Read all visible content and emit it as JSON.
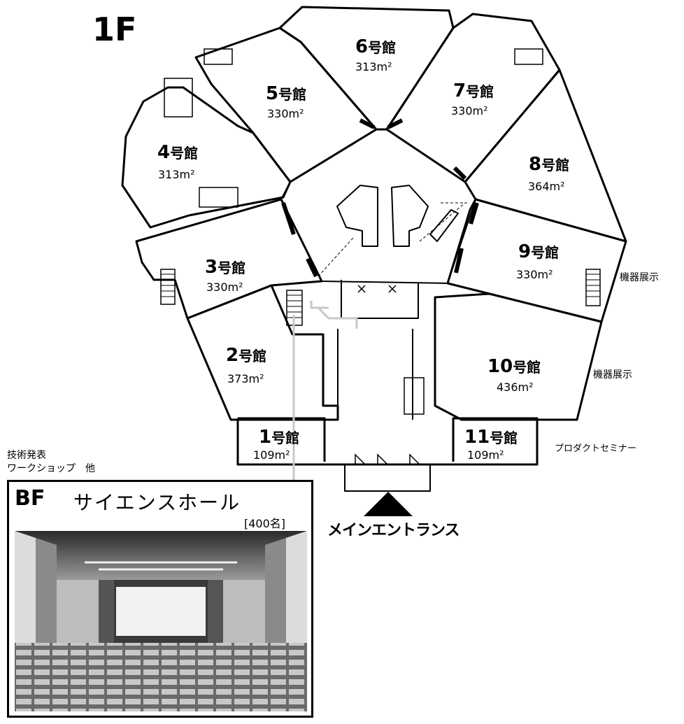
{
  "floor_label": "1F",
  "halls": [
    {
      "id": "1",
      "num": "1",
      "kan": "号館",
      "area": "109m²"
    },
    {
      "id": "2",
      "num": "2",
      "kan": "号館",
      "area": "373m²"
    },
    {
      "id": "3",
      "num": "3",
      "kan": "号館",
      "area": "330m²"
    },
    {
      "id": "4",
      "num": "4",
      "kan": "号館",
      "area": "313m²"
    },
    {
      "id": "5",
      "num": "5",
      "kan": "号館",
      "area": "330m²"
    },
    {
      "id": "6",
      "num": "6",
      "kan": "号館",
      "area": "313m²"
    },
    {
      "id": "7",
      "num": "7",
      "kan": "号館",
      "area": "330m²"
    },
    {
      "id": "8",
      "num": "8",
      "kan": "号館",
      "area": "364m²"
    },
    {
      "id": "9",
      "num": "9",
      "kan": "号館",
      "area": "330m²"
    },
    {
      "id": "10",
      "num": "10",
      "kan": "号館",
      "area": "436m²"
    },
    {
      "id": "11",
      "num": "11",
      "kan": "号館",
      "area": "109m²"
    }
  ],
  "labels": {
    "equipment_1": "機器展示",
    "equipment_2": "機器展示",
    "product_seminar": "プロダクトセミナー",
    "tech_line1": "技術発表",
    "tech_line2": "ワークショップ　他",
    "main_entrance": "メインエントランス"
  },
  "basement": {
    "code": "BF",
    "name": "サイエンスホール",
    "capacity": "[400名]"
  },
  "colors": {
    "line": "#000000",
    "arrow": "#c8c8c8",
    "background": "#ffffff"
  }
}
